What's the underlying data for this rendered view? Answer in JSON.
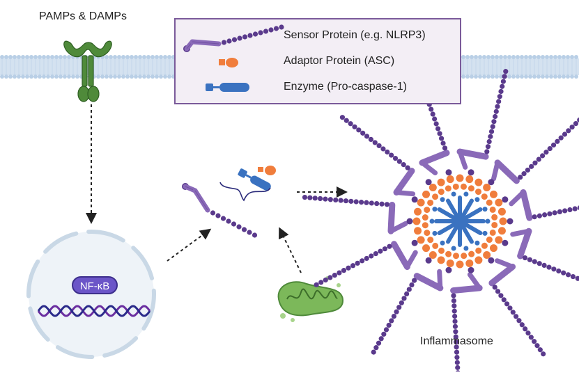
{
  "receptor": {
    "label": "PAMPs & DAMPs"
  },
  "legend": {
    "sensor": "Sensor Protein (e.g. NLRP3)",
    "adaptor": "Adaptor Protein (ASC)",
    "enzyme": "Enzyme (Pro-caspase-1)"
  },
  "nucleus": {
    "label": "NF-κB"
  },
  "inflammasome": {
    "label": "Inflammasome"
  },
  "colors": {
    "membrane_head": "#b9cfe6",
    "membrane_tail": "#d4e2f0",
    "receptor": "#4f8a3a",
    "sensor": "#5a3a8c",
    "sensor_rod": "#8a6ab8",
    "adaptor": "#f07d3c",
    "enzyme": "#3a72c0",
    "mitochondria": "#7cb85a",
    "dna_a": "#6a2ea0",
    "dna_b": "#2a2a8a",
    "arrow": "#222222"
  }
}
